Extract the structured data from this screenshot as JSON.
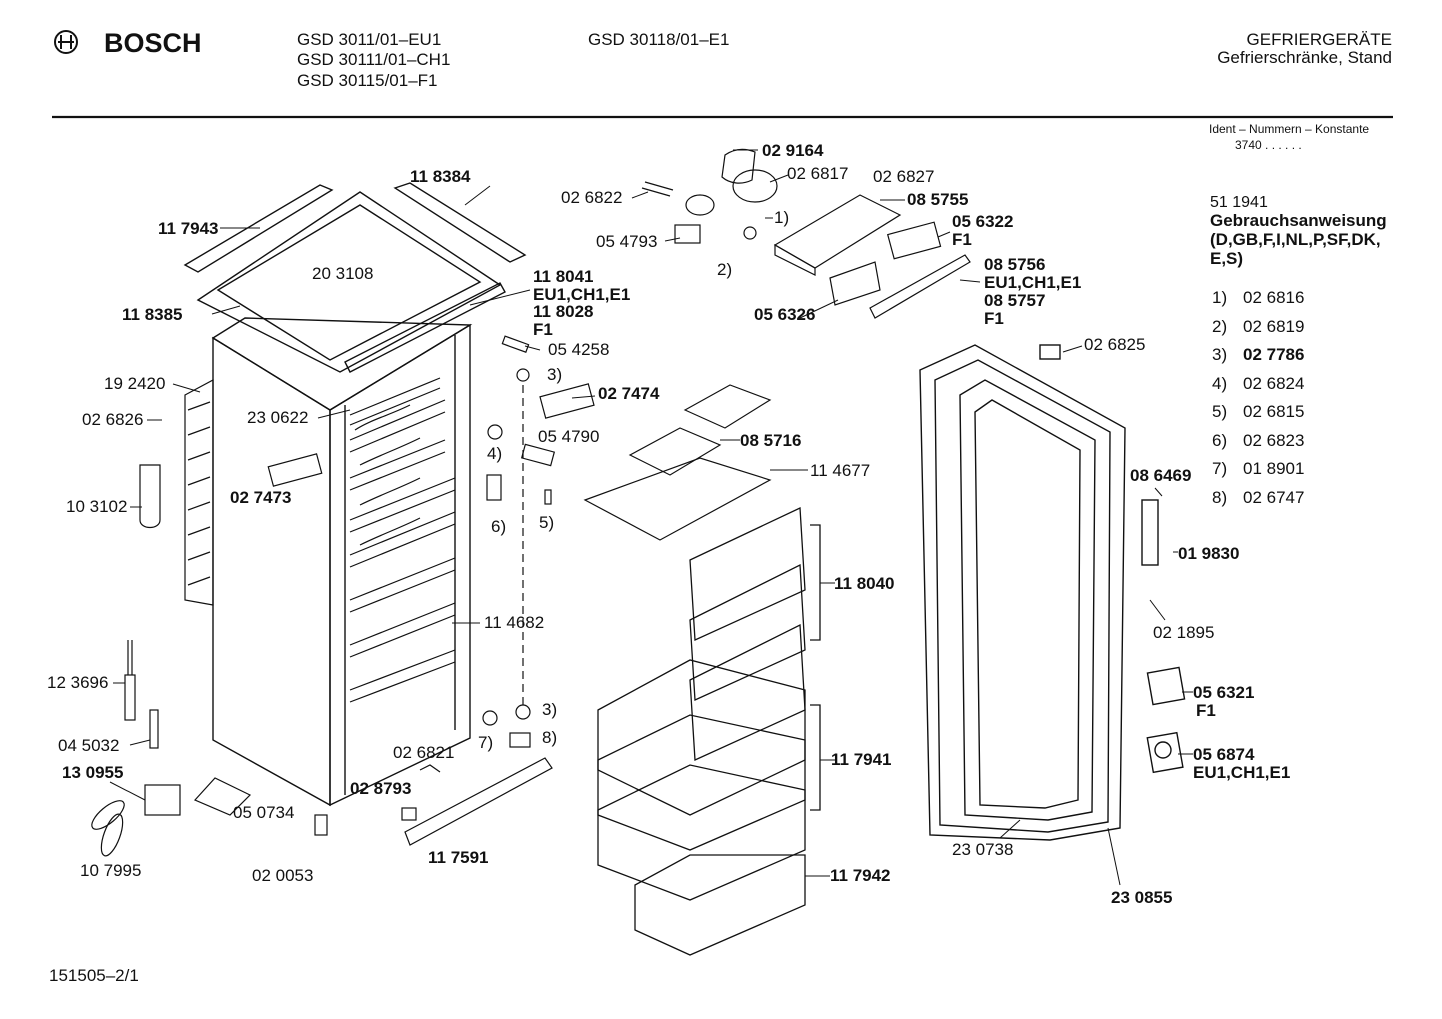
{
  "header": {
    "brand": "BOSCH",
    "models_col1": [
      "GSD 3011/01–EU1",
      "GSD 30111/01–CH1",
      "GSD 30115/01–F1"
    ],
    "models_col2": [
      "GSD 30118/01–E1"
    ],
    "category": "GEFRIERGERÄTE",
    "subcategory": "Gefrierschränke, Stand",
    "ident_label": "Ident – Nummern – Konstante",
    "ident_value": "3740 . . . . . ."
  },
  "manual": {
    "number": "51 1941",
    "title": "Gebrauchsanweisung",
    "languages": "(D,GB,F,I,NL,P,SF,DK,",
    "languages_2": "E,S)"
  },
  "legend": [
    {
      "key": "1)",
      "part": "02 6816",
      "bold": false
    },
    {
      "key": "2)",
      "part": "02 6819",
      "bold": false
    },
    {
      "key": "3)",
      "part": "02 7786",
      "bold": true
    },
    {
      "key": "4)",
      "part": "02 6824",
      "bold": false
    },
    {
      "key": "5)",
      "part": "02 6815",
      "bold": false
    },
    {
      "key": "6)",
      "part": "02 6823",
      "bold": false
    },
    {
      "key": "7)",
      "part": "01 8901",
      "bold": false
    },
    {
      "key": "8)",
      "part": "02 6747",
      "bold": false
    }
  ],
  "callouts": {
    "c117943": "11 7943",
    "c118384": "11 8384",
    "c203108": "20 3108",
    "c118385": "11 8385",
    "c118041": "11 8041",
    "c118041_v": "EU1,CH1,E1",
    "c118028": "11 8028",
    "c118028_v": "F1",
    "c192420": "19 2420",
    "c026826": "02 6826",
    "c230622": "23 0622",
    "c027473": "02 7473",
    "c103102": "10 3102",
    "c114682": "11 4682",
    "c123696": "12 3696",
    "c045032": "04 5032",
    "c130955": "13 0955",
    "c050734": "05 0734",
    "c107995": "10 7995",
    "c020053": "02 0053",
    "c054258": "05 4258",
    "c3a": "3)",
    "c027474": "02 7474",
    "c054790": "05 4790",
    "c4": "4)",
    "c6": "6)",
    "c5": "5)",
    "c3b": "3)",
    "c7": "7)",
    "c8": "8)",
    "c026821": "02 6821",
    "c028793": "02 8793",
    "c117591": "11 7591",
    "c029164": "02 9164",
    "c026817": "02 6817",
    "c026827": "02 6827",
    "c026822": "02 6822",
    "c085755": "08 5755",
    "c054793": "05 4793",
    "c1": "1)",
    "c2": "2)",
    "c056322": "05 6322",
    "c056322_v": "F1",
    "c085756": "08 5756",
    "c085756_v": "EU1,CH1,E1",
    "c085757": "08 5757",
    "c085757_v": "F1",
    "c056326": "05 6326",
    "c085716": "08 5716",
    "c114677": "11 4677",
    "c118040": "11 8040",
    "c117941": "11 7941",
    "c117942": "11 7942",
    "c026825": "02 6825",
    "c086469": "08 6469",
    "c019830": "01 9830",
    "c021895": "02 1895",
    "c056321": "05 6321",
    "c056321_v": "F1",
    "c056874": "05 6874",
    "c056874_v": "EU1,CH1,E1",
    "c230738": "23 0738",
    "c230855": "23 0855"
  },
  "footer": {
    "doc_id": "151505–2/1"
  }
}
